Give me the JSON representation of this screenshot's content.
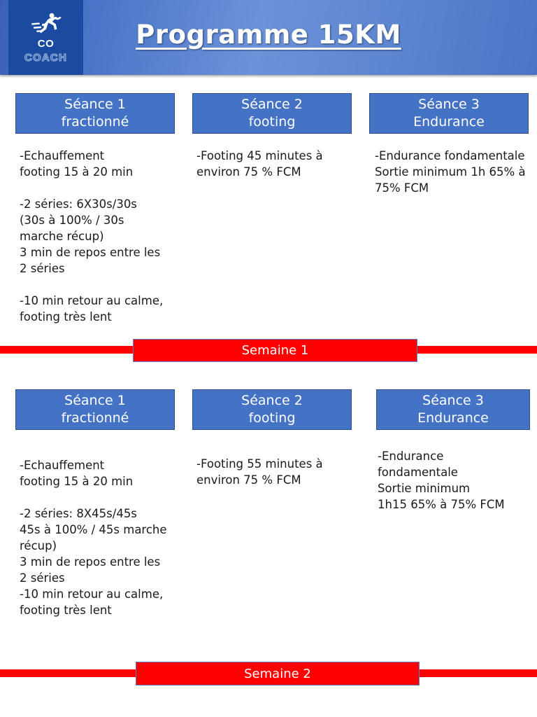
{
  "header": {
    "title": "Programme 15KM",
    "logo": {
      "icon": "runner-icon",
      "line1": "CO",
      "line2": "COACH"
    },
    "colors": {
      "band_start": "#3a62b5",
      "band_end": "#4a75c6",
      "logo_bg": "#1a4ba0"
    }
  },
  "colors": {
    "session_box": "#4472c4",
    "session_box_border": "#2d4f8e",
    "banner_red": "#ff0000",
    "banner_border": "#5b7fc0",
    "text": "#1a1a1a"
  },
  "weeks": [
    {
      "banner_label": "Semaine 1",
      "sessions": [
        {
          "title_line1": "Séance 1",
          "title_line2": "fractionné",
          "body": "-Echauffement\nfooting  15 à 20 min\n\n-2 séries:  6X30s/30s\n(30s à 100% / 30s\nmarche récup)\n3 min de repos entre les\n2 séries\n\n-10 min retour au calme,\nfooting très lent"
        },
        {
          "title_line1": "Séance 2",
          "title_line2": "footing",
          "body": "-Footing 45 minutes à\nenviron 75 % FCM"
        },
        {
          "title_line1": "Séance 3",
          "title_line2": "Endurance",
          "body": "-Endurance fondamentale\nSortie minimum 1h 65% à\n75% FCM"
        }
      ]
    },
    {
      "banner_label": "Semaine 2",
      "sessions": [
        {
          "title_line1": "Séance 1",
          "title_line2": "fractionné",
          "body": "-Echauffement\nfooting  15 à 20 min\n\n-2 séries: 8X45s/45s\n45s à 100% / 45s marche\nrécup)\n3 min de repos entre les\n2 séries\n-10 min retour au calme,\nfooting très lent"
        },
        {
          "title_line1": "Séance 2",
          "title_line2": "footing",
          "body": "-Footing 55 minutes à\nenviron 75 % FCM"
        },
        {
          "title_line1": "Séance 3",
          "title_line2": "Endurance",
          "body": "-Endurance\nfondamentale\nSortie minimum\n1h15 65% à 75% FCM"
        }
      ]
    }
  ]
}
